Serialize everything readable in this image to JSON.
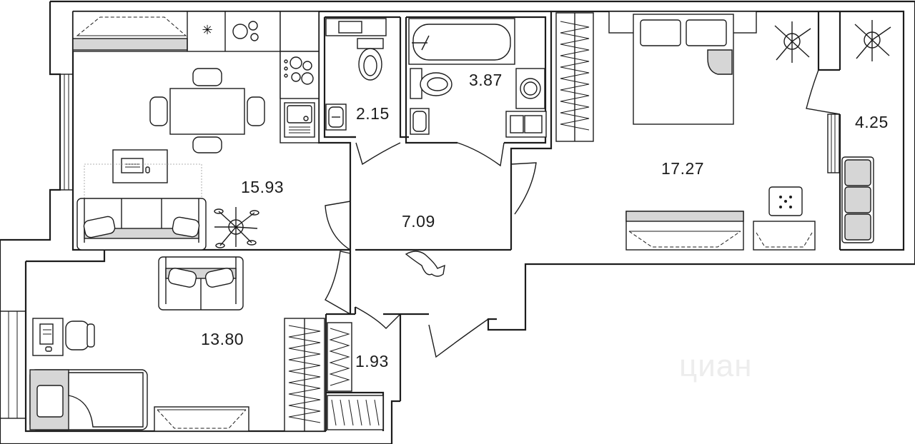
{
  "rooms": {
    "kitchen_living": {
      "area": "15.93"
    },
    "bathroom_small": {
      "area": "2.15"
    },
    "bathroom_main": {
      "area": "3.87"
    },
    "bedroom": {
      "area": "17.27"
    },
    "balcony": {
      "area": "4.25"
    },
    "hallway": {
      "area": "7.09"
    },
    "bedroom_2": {
      "area": "13.80"
    },
    "closet": {
      "area": "1.93"
    }
  },
  "watermark": "циан",
  "icons": [
    "cat-icon",
    "plant-icon",
    "stove-icon",
    "sink-icon",
    "toilet-icon",
    "bathtub-icon",
    "washing-machine-icon",
    "bed-icon",
    "sofa-icon",
    "dining-table-icon",
    "laptop-icon",
    "desk-chair-icon",
    "wardrobe-icon"
  ]
}
